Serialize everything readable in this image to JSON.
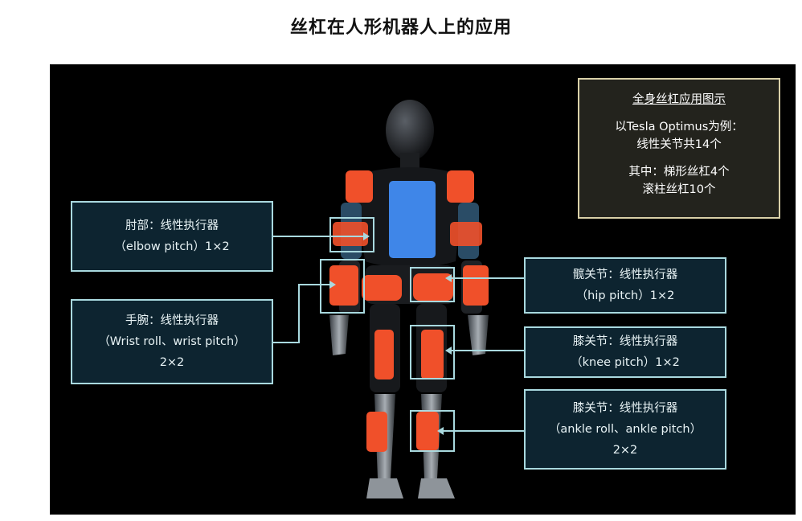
{
  "title": "丝杠在人形机器人上的应用",
  "info_box": {
    "heading": "全身丝杠应用图示",
    "line1": "以Tesla Optimus为例：",
    "line2": "线性关节共14个",
    "line3": "其中：梯形丝杠4个",
    "line4": "滚柱丝杠10个"
  },
  "callouts": {
    "elbow": {
      "line1": "肘部：线性执行器",
      "line2": "（elbow pitch）1×2"
    },
    "wrist": {
      "line1": "手腕：线性执行器",
      "line2": "（Wrist roll、wrist pitch）",
      "line3": "2×2"
    },
    "hip": {
      "line1": "髋关节：线性执行器",
      "line2": "（hip pitch）1×2"
    },
    "knee": {
      "line1": "膝关节：线性执行器",
      "line2": "（knee pitch）1×2"
    },
    "ankle": {
      "line1": "膝关节：线性执行器",
      "line2": "（ankle roll、ankle pitch）",
      "line3": "2×2"
    }
  },
  "colors": {
    "actuator_orange": "#f0502a",
    "torso_blue": "#3f86e8",
    "callout_border": "#a9d9df",
    "callout_fill": "#0d2430",
    "info_border": "#d9d0a8"
  }
}
